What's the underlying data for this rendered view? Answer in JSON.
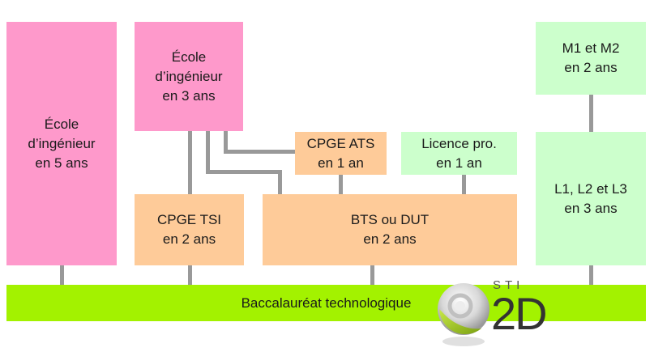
{
  "diagram": {
    "colors": {
      "ecole": "#fe99cb",
      "cpge_bts": "#fecb99",
      "universite": "#ccffcc",
      "bac": "#a3f200",
      "connector": "#999999"
    },
    "boxes": {
      "ecole5": {
        "line1": "École",
        "line2": "d’ingénieur",
        "line3": "en 5 ans"
      },
      "ecole3": {
        "line1": "École",
        "line2": "d’ingénieur",
        "line3": "en 3 ans"
      },
      "cpge_ats": {
        "line1": "CPGE ATS",
        "line2": "en 1 an"
      },
      "licence_pro": {
        "line1": "Licence pro.",
        "line2": "en 1 an"
      },
      "m1m2": {
        "line1": "M1 et M2",
        "line2": "en 2 ans"
      },
      "l1l3": {
        "line1": "L1, L2 et L3",
        "line2": "en 3 ans"
      },
      "cpge_tsi": {
        "line1": "CPGE TSI",
        "line2": "en 2 ans"
      },
      "bts_dut": {
        "line1": "BTS ou DUT",
        "line2": "en 2 ans"
      }
    },
    "bac": {
      "label": "Baccalauréat technologique"
    },
    "logo": {
      "top": "STI",
      "main": "2D",
      "icon": "sphere-logo-icon"
    }
  }
}
